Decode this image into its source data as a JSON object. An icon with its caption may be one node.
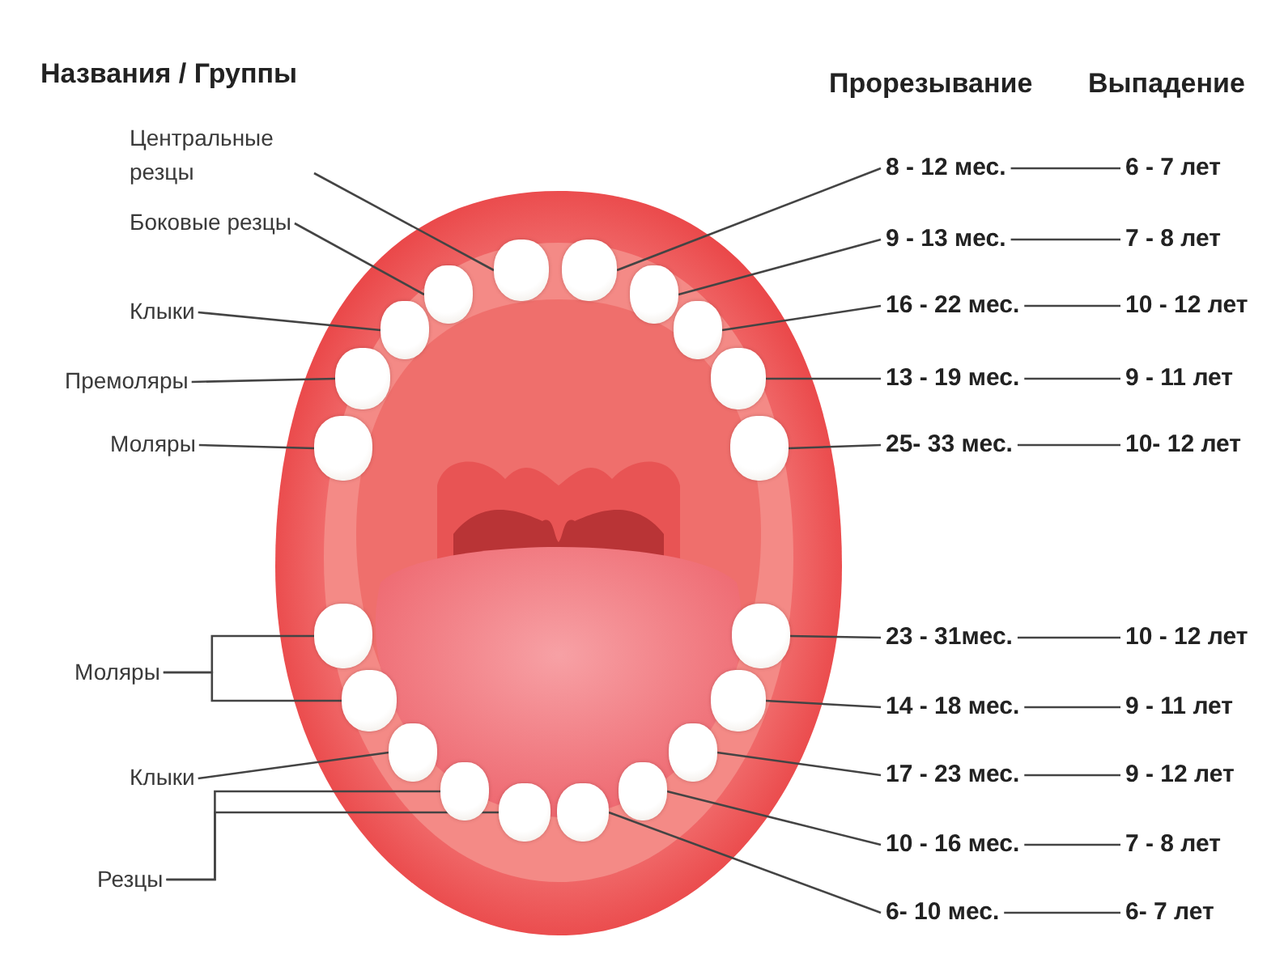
{
  "diagram": {
    "nodes": [
      {
        "text": [
          "Центральные резцы"
        ]
      },
      {
        "text": [
          "Боковые резцы"
        ]
      },
      {
        "text": [
          "Клыки"
        ]
      },
      {
        "text": [
          "Премоляры"
        ]
      },
      {
        "text": [
          "Моляры"
        ]
      },
      {
        "text": [
          "Моляры"
        ]
      },
      {
        "text": [
          "Клыки"
        ]
      },
      {
        "text": [
          "Резцы"
        ]
      },
      {
        "text": [
          "8 - 12 мес."
        ]
      },
      {
        "text": [
          "9 - 13 мес."
        ]
      },
      {
        "text": [
          "16 - 22 мес."
        ]
      },
      {
        "text": [
          "13 - 19 мес."
        ]
      },
      {
        "text": [
          "25- 33 мес."
        ]
      },
      {
        "text": [
          "23 - 31мес."
        ]
      },
      {
        "text": [
          "14 - 18 мес."
        ]
      },
      {
        "text": [
          "17 - 23 мес."
        ]
      },
      {
        "text": [
          "10 - 16 мес."
        ]
      },
      {
        "text": [
          "6- 10 мес."
        ]
      },
      {
        "text": [
          "6 - 7 лет"
        ]
      },
      {
        "text": [
          "7 - 8 лет"
        ]
      },
      {
        "text": [
          "10 - 12 лет"
        ]
      },
      {
        "text": [
          "9 - 11 лет"
        ]
      },
      {
        "text": [
          "10- 12 лет"
        ]
      },
      {
        "text": [
          "10 - 12 лет"
        ]
      },
      {
        "text": [
          "9 - 11 лет"
        ]
      },
      {
        "text": [
          "9 - 12 лет"
        ]
      },
      {
        "text": [
          "7 - 8 лет"
        ]
      },
      {
        "text": [
          "6- 7 лет"
        ]
      },
      {
        "text": [],
        "shape": "tooth"
      },
      {
        "text": [],
        "shape": "tooth"
      },
      {
        "text": [],
        "shape": "tooth"
      },
      {
        "text": [],
        "shape": "tooth"
      },
      {
        "text": [],
        "shape": "tooth"
      },
      {
        "text": [],
        "shape": "tooth"
      },
      {
        "text": [],
        "shape": "tooth"
      },
      {
        "text": [],
        "shape": "tooth"
      },
      {
        "text": [],
        "shape": "tooth"
      },
      {
        "text": [],
        "shape": "tooth"
      },
      {
        "text": [],
        "shape": "tooth"
      },
      {
        "text": [],
        "shape": "tooth"
      },
      {
        "text": [],
        "shape": "tooth"
      },
      {
        "text": [],
        "shape": "tooth"
      },
      {
        "text": [],
        "shape": "tooth"
      },
      {
        "text": [],
        "shape": "tooth"
      },
      {
        "text": [],
        "shape": "tooth"
      },
      {
        "text": [],
        "shape": "tooth"
      },
      {
        "text": [],
        "shape": "tooth"
      },
      {
        "text": [],
        "shape": "tooth"
      }
    ],
    "edges": [
      {
        "from": 0,
        "to": 32,
        "arrow": "none"
      },
      {
        "from": 1,
        "to": 31,
        "arrow": "none"
      },
      {
        "from": 2,
        "to": 30,
        "arrow": "none"
      },
      {
        "from": 3,
        "to": 29,
        "arrow": "none"
      },
      {
        "from": 4,
        "to": 28,
        "arrow": "none"
      },
      {
        "from": 5,
        "to": 38,
        "arrow": "none"
      },
      {
        "from": 5,
        "to": 39,
        "arrow": "none"
      },
      {
        "from": 6,
        "to": 40,
        "arrow": "none"
      },
      {
        "from": 7,
        "to": 41,
        "arrow": "none"
      },
      {
        "from": 7,
        "to": 42,
        "arrow": "none"
      },
      {
        "from": 8,
        "to": 33,
        "arrow": "none"
      },
      {
        "from": 9,
        "to": 34,
        "arrow": "none"
      },
      {
        "from": 10,
        "to": 35,
        "arrow": "none"
      },
      {
        "from": 11,
        "to": 36,
        "arrow": "none"
      },
      {
        "from": 12,
        "to": 37,
        "arrow": "none"
      },
      {
        "from": 13,
        "to": 47,
        "arrow": "none"
      },
      {
        "from": 14,
        "to": 46,
        "arrow": "none"
      },
      {
        "from": 15,
        "to": 45,
        "arrow": "none"
      },
      {
        "from": 16,
        "to": 44,
        "arrow": "none"
      },
      {
        "from": 17,
        "to": 43,
        "arrow": "none"
      },
      {
        "from": 8,
        "to": 18,
        "arrow": "none"
      },
      {
        "from": 9,
        "to": 19,
        "arrow": "none"
      },
      {
        "from": 10,
        "to": 20,
        "arrow": "none"
      },
      {
        "from": 11,
        "to": 21,
        "arrow": "none"
      },
      {
        "from": 12,
        "to": 22,
        "arrow": "none"
      },
      {
        "from": 13,
        "to": 23,
        "arrow": "none"
      },
      {
        "from": 14,
        "to": 24,
        "arrow": "none"
      },
      {
        "from": 15,
        "to": 25,
        "arrow": "none"
      },
      {
        "from": 16,
        "to": 26,
        "arrow": "none"
      },
      {
        "from": 17,
        "to": 27,
        "arrow": "none"
      }
    ],
    "labels": [
      "Названия / Группы",
      "Прорезывание",
      "Выпадение"
    ]
  }
}
